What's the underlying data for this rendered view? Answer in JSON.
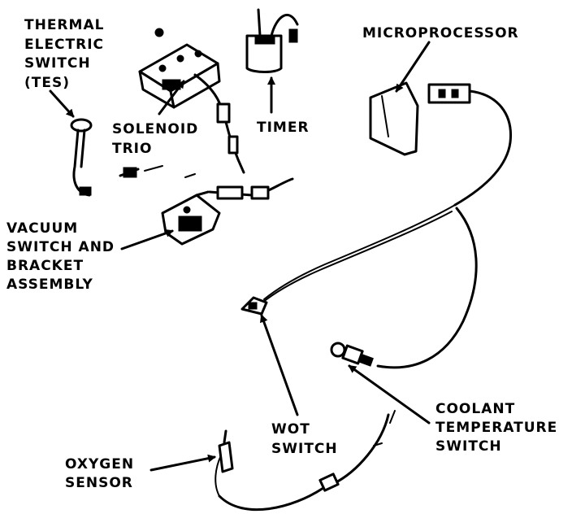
{
  "labels": {
    "tes": [
      "THERMAL",
      "ELECTRIC",
      "SWITCH",
      "(TES)"
    ],
    "solenoid": [
      "SOLENOID",
      "TRIO"
    ],
    "timer": [
      "TIMER"
    ],
    "microprocessor": [
      "MICROPROCESSOR"
    ],
    "vacuum": [
      "VACUUM",
      "SWITCH AND",
      "BRACKET",
      "ASSEMBLY"
    ],
    "wot": [
      "WOT",
      "SWITCH"
    ],
    "coolant": [
      "COOLANT",
      "TEMPERATURE",
      "SWITCH"
    ],
    "oxygen": [
      "OXYGEN",
      "SENSOR"
    ]
  }
}
